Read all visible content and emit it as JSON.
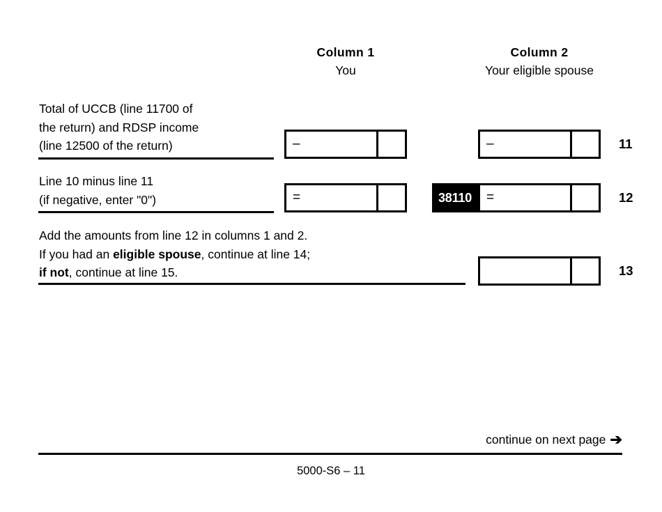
{
  "columns": [
    {
      "title": "Column 1",
      "subtitle": "You"
    },
    {
      "title": "Column 2",
      "subtitle": "Your eligible\nspouse"
    }
  ],
  "rows": [
    {
      "line_number": "11",
      "label": "Total of UCCB (line 11700 of\nthe return) and RDSP income\n(line 12500 of the return)",
      "col1_operator": "–",
      "col2_operator": "–",
      "col1_value": "",
      "col2_value": "",
      "col1_cents": "",
      "col2_cents": ""
    },
    {
      "line_number": "12",
      "label": "Line 10 minus line 11\n(if negative, enter \"0\")",
      "col1_operator": "=",
      "col2_operator": "=",
      "col2_field_code": "38110",
      "col1_value": "",
      "col2_value": "",
      "col1_cents": "",
      "col2_cents": ""
    },
    {
      "line_number": "13",
      "label_part1": "Add the amounts from line 12 in columns 1 and 2.\nIf you had an ",
      "label_bold1": "eligible spouse",
      "label_part2": ", continue at line 14;\n",
      "label_bold2": "if not",
      "label_part3": ", continue at line 15.",
      "col2_operator": "",
      "col2_value": "",
      "col2_cents": ""
    }
  ],
  "footer": {
    "continue_text": "continue on next page",
    "arrow_glyph": "➔",
    "form_code": "5000-S6 – 11"
  }
}
